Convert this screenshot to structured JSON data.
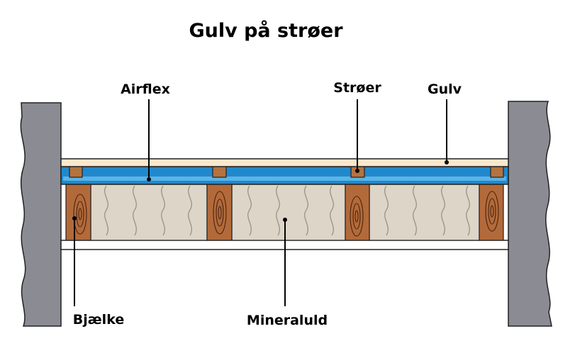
{
  "title": "Gulv på strøer",
  "labels": {
    "airflex": "Airflex",
    "stroer": "Strøer",
    "gulv": "Gulv",
    "bjaelke": "Bjælke",
    "mineraluld": "Mineraluld"
  },
  "colors": {
    "wall": "#8b8b93",
    "floor_board": "#fde7cc",
    "airflex": "#2288cc",
    "wood": "#b36a3a",
    "wool": "#ddd5c8",
    "ceiling_board": "#ffffff"
  }
}
